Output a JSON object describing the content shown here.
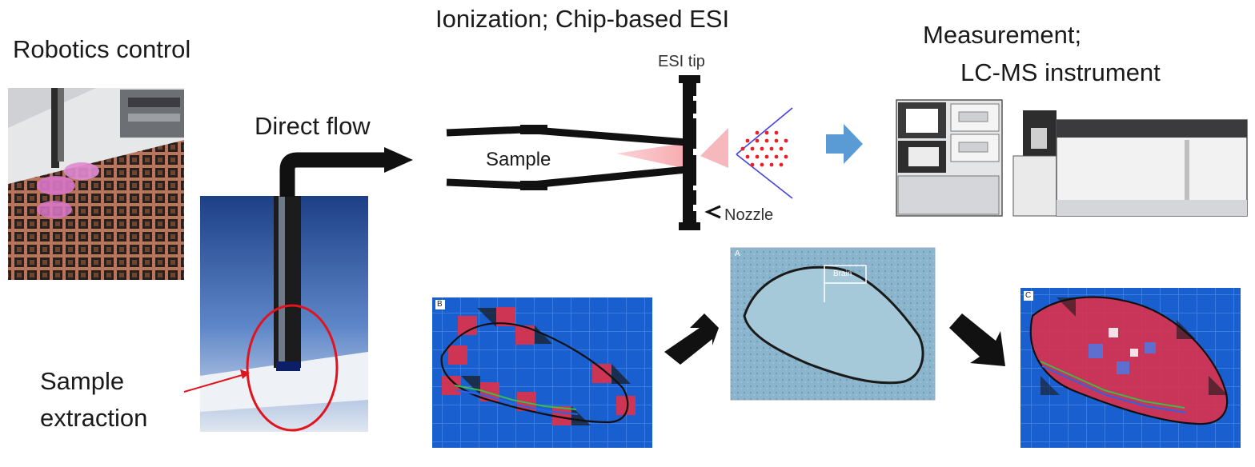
{
  "labels": {
    "robotics": "Robotics control",
    "ionization": "Ionization; Chip-based ESI",
    "measurement_1": "Measurement;",
    "measurement_2": "LC-MS instrument",
    "direct_flow": "Direct flow",
    "sample": "Sample",
    "esi_tip": "ESI tip",
    "nozzle": "Nozzle",
    "sample_extraction_1": "Sample",
    "sample_extraction_2": "extraction",
    "panel_a": "A",
    "panel_b": "B",
    "panel_c": "C",
    "brain": "Brain"
  },
  "colors": {
    "arrow_blue": "#5b9bd5",
    "spray_red": "#e8202a",
    "cone_pink": "#f6b8bc",
    "circle_red": "#e0141e",
    "map_blue": "#1a5fd0",
    "map_hot": "#d8324e"
  }
}
